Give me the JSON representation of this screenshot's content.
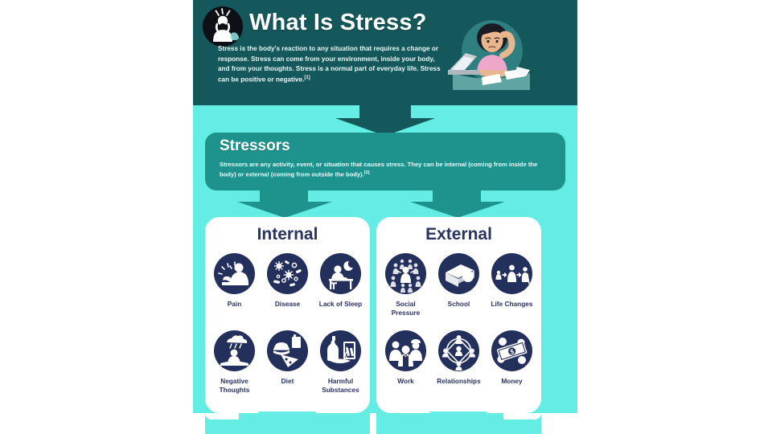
{
  "header": {
    "logo_icon": "stressed-person-badge-icon",
    "title": "What Is Stress?",
    "body": "Stress is the body's reaction to any situation that requires a change or response. Stress can come from your environment, inside your body, and from your thoughts. Stress is a normal part of everyday life. Stress can be positive or negative.",
    "citation": "[1]",
    "illustration_icon": "stressed-person-at-laptop-illustration"
  },
  "stressors": {
    "title": "Stressors",
    "body": "Stressors are any activity, event, or situation that causes stress. They can be internal (coming from inside the body) or external (coming from outside the body).",
    "citation": "[2]"
  },
  "cards": [
    {
      "title": "Internal",
      "items": [
        {
          "label": "Pain",
          "icon": "person-in-pain-icon"
        },
        {
          "label": "Disease",
          "icon": "germs-virus-icon"
        },
        {
          "label": "Lack of Sleep",
          "icon": "person-at-desk-night-icon"
        },
        {
          "label": "Negative Thoughts",
          "icon": "person-with-storm-cloud-icon"
        },
        {
          "label": "Diet",
          "icon": "junk-food-icon"
        },
        {
          "label": "Harmful Substances",
          "icon": "bottle-cigarette-icon"
        }
      ]
    },
    {
      "title": "External",
      "items": [
        {
          "label": "Social Pressure",
          "icon": "crowd-pressure-icon"
        },
        {
          "label": "School",
          "icon": "graduation-cap-book-icon"
        },
        {
          "label": "Life Changes",
          "icon": "aging-life-stages-icon"
        },
        {
          "label": "Work",
          "icon": "workers-group-icon"
        },
        {
          "label": "Relationships",
          "icon": "people-network-icon"
        },
        {
          "label": "Money",
          "icon": "dollar-bill-coins-icon"
        }
      ]
    }
  ],
  "colors": {
    "canvas_cyan": "#63EDE4",
    "header_teal": "#14585B",
    "stressors_teal": "#1E938E",
    "icon_navy": "#23305C",
    "title_navy": "#2A3361",
    "white": "#FFFFFF"
  }
}
